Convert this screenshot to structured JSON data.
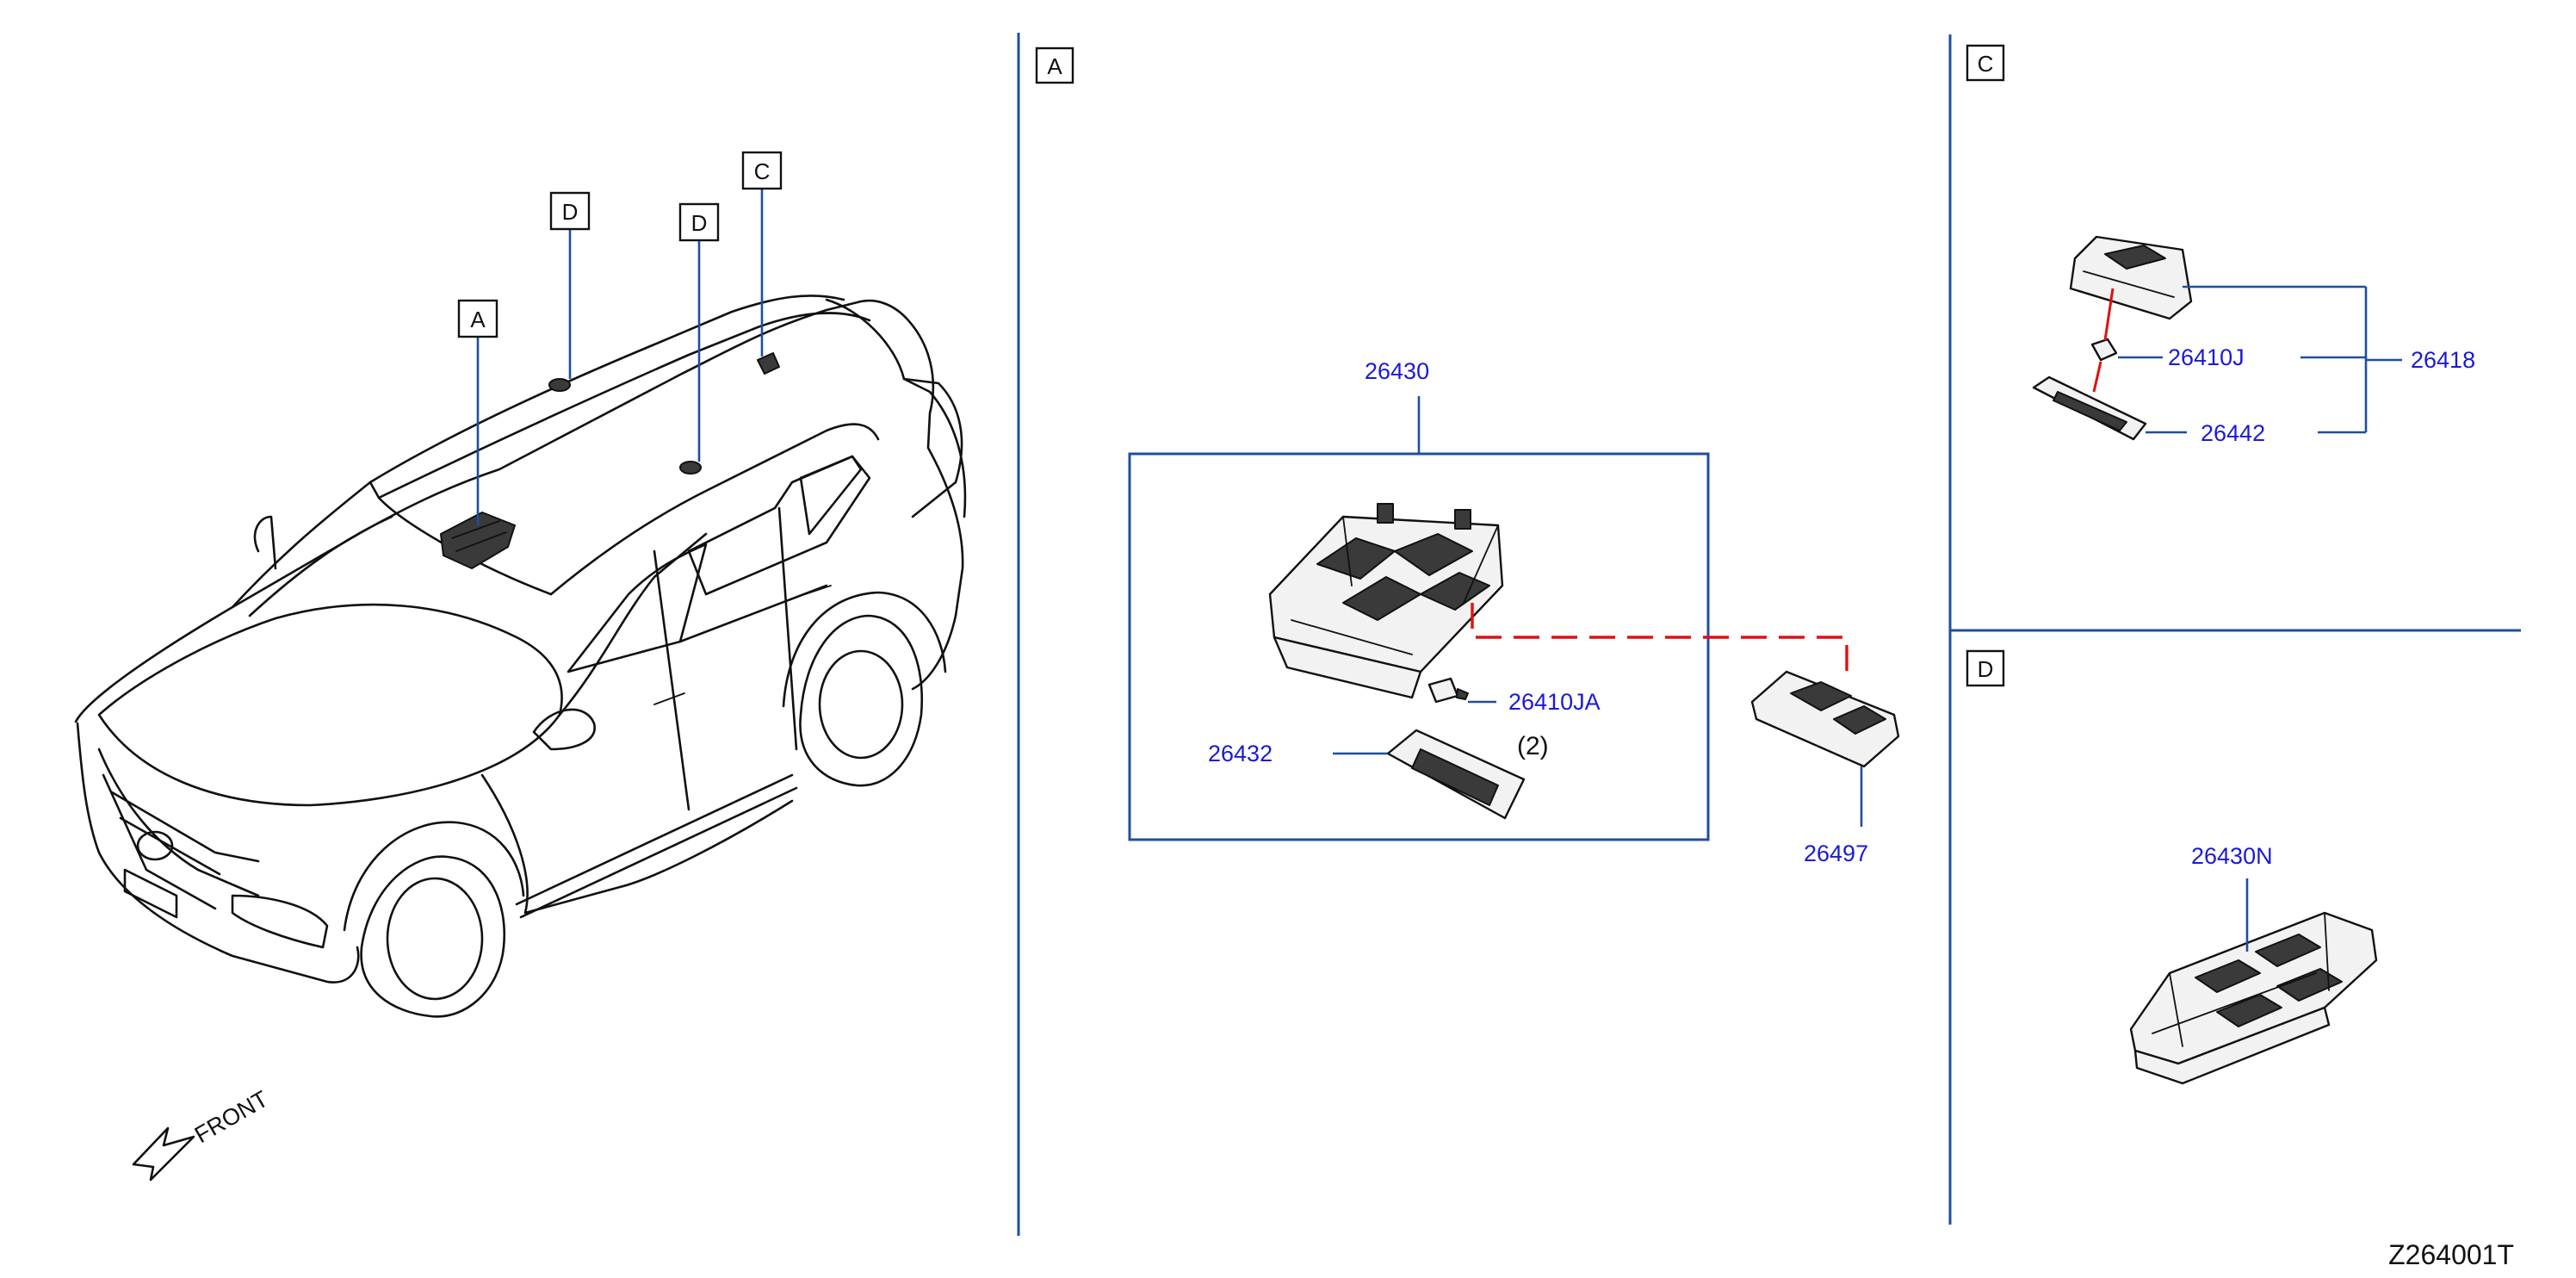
{
  "section_labels": {
    "a": "A",
    "c": "C",
    "d": "D"
  },
  "vehicle_callouts": {
    "a": "A",
    "d1": "D",
    "d2": "D",
    "c": "C"
  },
  "front_label": "FRONT",
  "parts": {
    "p26430": "26430",
    "p26410ja": "26410JA",
    "p26410ja_qty": "(2)",
    "p26432": "26432",
    "p26497": "26497",
    "p26410j": "26410J",
    "p26418": "26418",
    "p26442": "26442",
    "p26430n": "26430N"
  },
  "diagram_code": "Z264001T",
  "colors": {
    "part_number_text": "#1a1ad6",
    "leader_lines": "#1f4f9c",
    "assembly_links": "#e01010",
    "line_art": "#111111"
  }
}
